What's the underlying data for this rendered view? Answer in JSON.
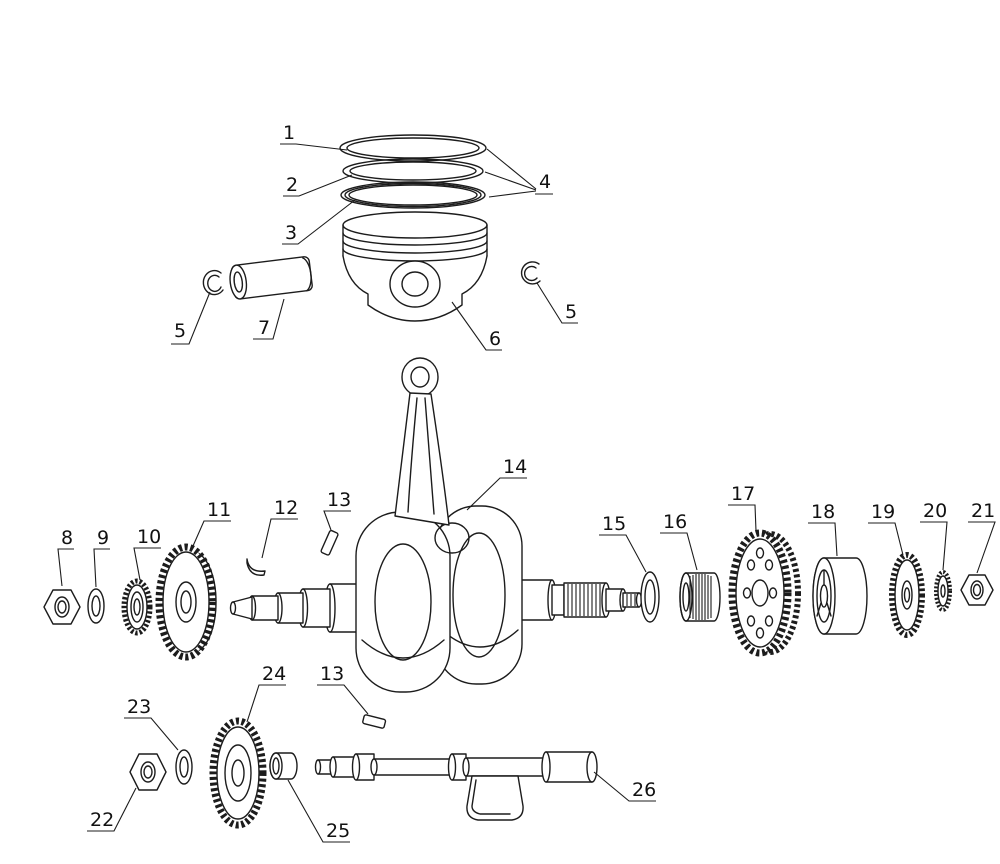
{
  "diagram": {
    "callouts": [
      {
        "label": "1"
      },
      {
        "label": "2"
      },
      {
        "label": "3"
      },
      {
        "label": "4"
      },
      {
        "label": "5"
      },
      {
        "label": "7"
      },
      {
        "label": "6"
      },
      {
        "label": "5"
      },
      {
        "label": "14"
      },
      {
        "label": "11"
      },
      {
        "label": "12"
      },
      {
        "label": "13"
      },
      {
        "label": "8"
      },
      {
        "label": "9"
      },
      {
        "label": "10"
      },
      {
        "label": "15"
      },
      {
        "label": "16"
      },
      {
        "label": "17"
      },
      {
        "label": "18"
      },
      {
        "label": "19"
      },
      {
        "label": "20"
      },
      {
        "label": "21"
      },
      {
        "label": "24"
      },
      {
        "label": "13"
      },
      {
        "label": "23"
      },
      {
        "label": "22"
      },
      {
        "label": "25"
      },
      {
        "label": "26"
      }
    ]
  },
  "colors": {
    "line": "#1c1c1c",
    "background": "#ffffff",
    "label_text": "#111111"
  }
}
